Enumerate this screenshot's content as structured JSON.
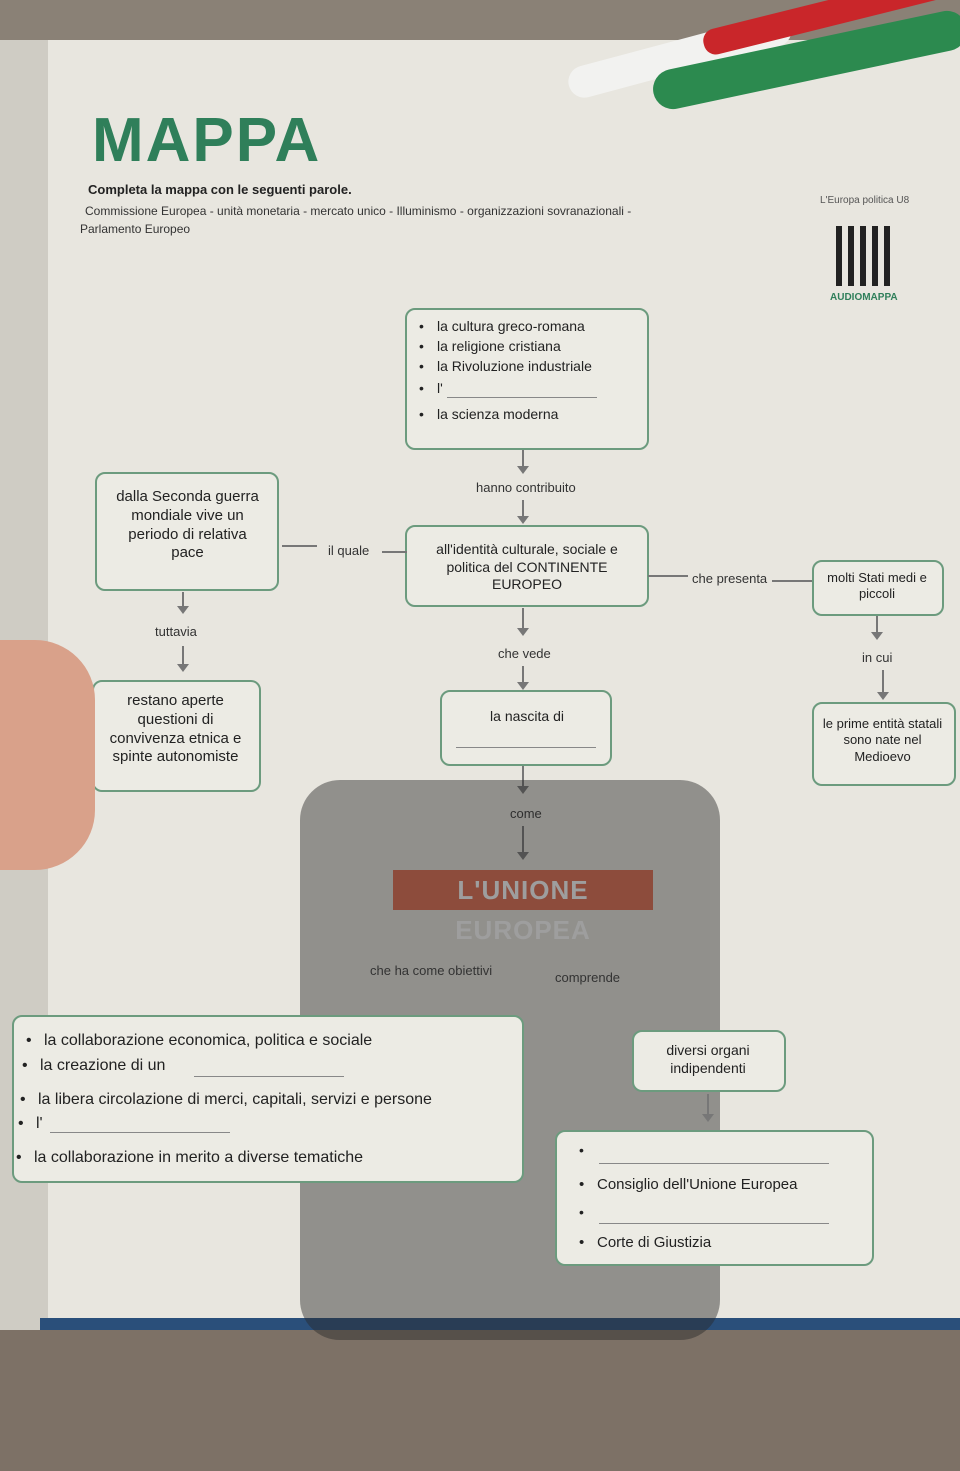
{
  "title": "MAPPA",
  "instruction": "Completa la mappa con le seguenti parole.",
  "word_bank_line1": "Commissione Europea - unità monetaria - mercato unico - Illuminismo - organizzazioni sovranazionali -",
  "word_bank_line2": "Parlamento Europeo",
  "badge": "L'Europa politica U8",
  "audio_label": "AUDIOMAPPA",
  "roots_box": {
    "items": [
      "la cultura greco-romana",
      "la religione cristiana",
      "la Rivoluzione industriale",
      "l'",
      "la scienza moderna"
    ]
  },
  "labels": {
    "hanno_contribuito": "hanno contribuito",
    "il_quale": "il quale",
    "che_presenta": "che presenta",
    "tuttavia": "tuttavia",
    "che_vede": "che vede",
    "in_cui": "in cui",
    "come": "come",
    "che_ha_obiettivi": "che ha come obiettivi",
    "comprende": "comprende"
  },
  "nodes": {
    "seconda_guerra": "dalla Seconda guerra mondiale vive un periodo di relativa pace",
    "identita": "all'identità culturale, sociale e politica del CONTINENTE EUROPEO",
    "molti_stati": "molti Stati medi e piccoli",
    "restano_aperte": "restano aperte questioni di convivenza etnica e spinte autonomiste",
    "nascita": "la nascita di",
    "prime_entita": "le prime entità statali sono nate nel Medioevo",
    "unione": "L'UNIONE EUROPEA",
    "organi": "diversi organi indipendenti"
  },
  "objectives_box": {
    "items": [
      "la collaborazione economica, politica e sociale",
      "la creazione di un",
      "la libera circolazione di merci, capitali, servizi e persone",
      "l'",
      "la collaborazione in merito a diverse tematiche"
    ]
  },
  "organs_box": {
    "items": [
      "",
      "Consiglio dell'Unione Europea",
      "",
      "Corte di Giustizia"
    ]
  },
  "colors": {
    "accent_green": "#2f7f5a",
    "box_border": "#6c9b7e",
    "ue_orange": "#e06a4d"
  }
}
